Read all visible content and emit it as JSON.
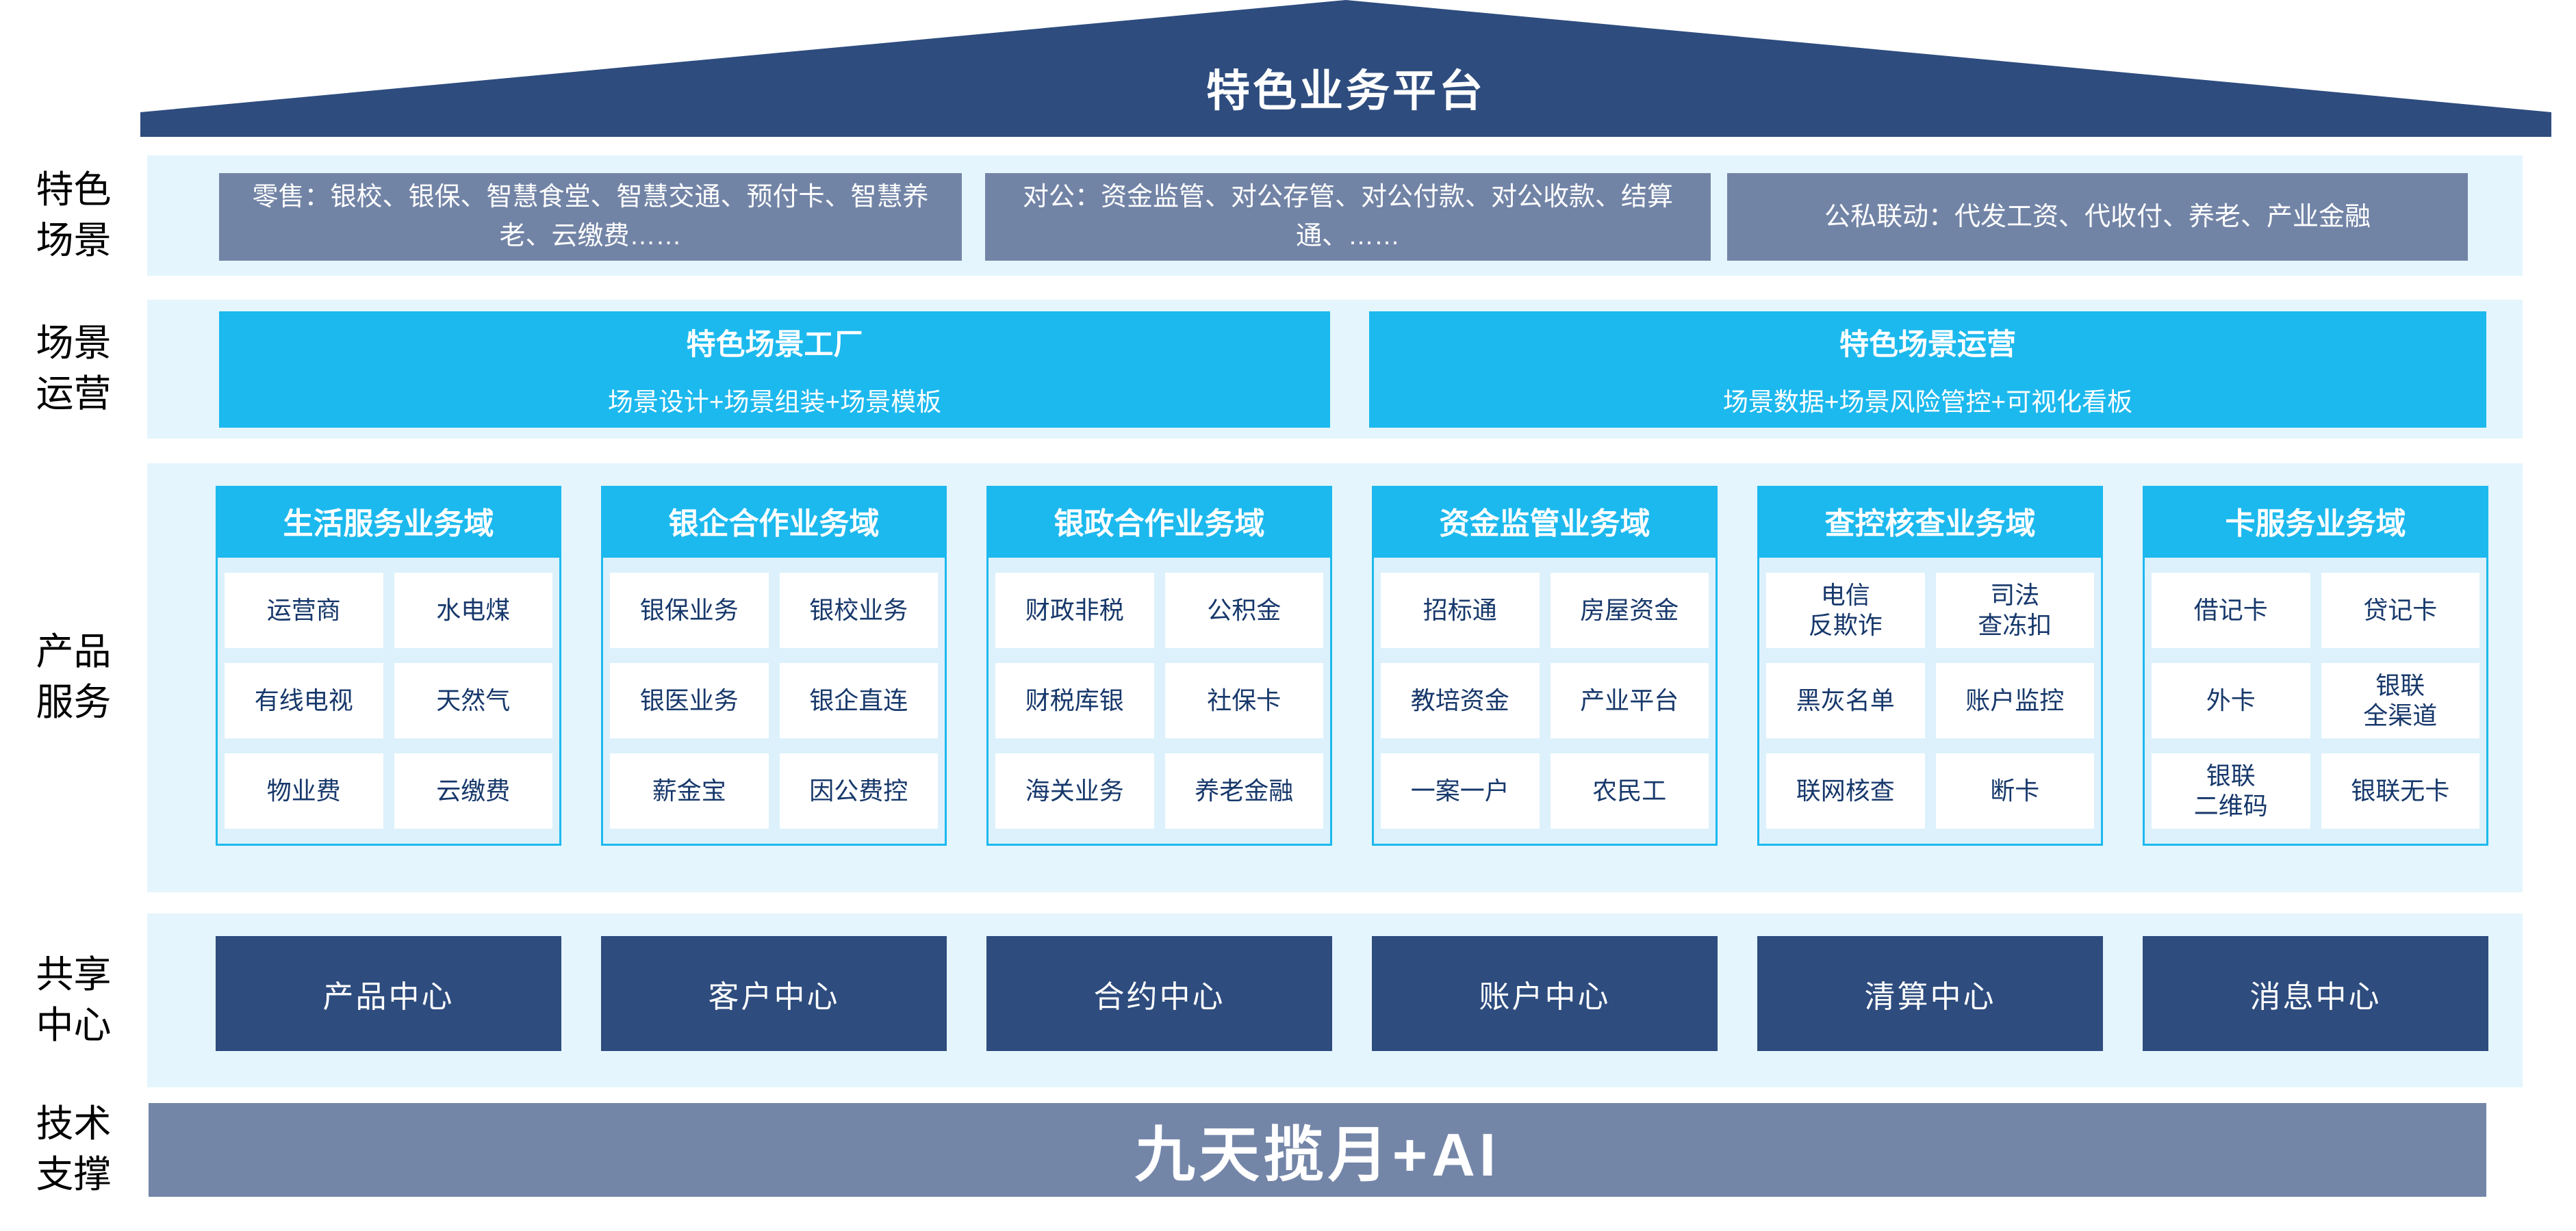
{
  "title": "特色业务平台",
  "rail": {
    "scenes": "特色\n场景",
    "operation": "场景\n运营",
    "products": "产品\n服务",
    "sharing": "共享\n中心",
    "tech": "技术\n支撑"
  },
  "scenes": {
    "boxes": [
      "零售：银校、银保、智慧食堂、智慧交通、预付卡、智慧养老、云缴费……",
      "对公：资金监管、对公存管、对公付款、对公收款、结算通、……",
      "公私联动：代发工资、代收付、养老、产业金融"
    ]
  },
  "operation": {
    "boxes": [
      {
        "title": "特色场景工厂",
        "subtitle": "场景设计+场景组装+场景模板"
      },
      {
        "title": "特色场景运营",
        "subtitle": "场景数据+场景风险管控+可视化看板"
      }
    ]
  },
  "products": {
    "columns": [
      {
        "header": "生活服务业务域",
        "cells": [
          "运营商",
          "水电煤",
          "有线电视",
          "天然气",
          "物业费",
          "云缴费"
        ]
      },
      {
        "header": "银企合作业务域",
        "cells": [
          "银保业务",
          "银校业务",
          "银医业务",
          "银企直连",
          "薪金宝",
          "因公费控"
        ]
      },
      {
        "header": "银政合作业务域",
        "cells": [
          "财政非税",
          "公积金",
          "财税库银",
          "社保卡",
          "海关业务",
          "养老金融"
        ]
      },
      {
        "header": "资金监管业务域",
        "cells": [
          "招标通",
          "房屋资金",
          "教培资金",
          "产业平台",
          "一案一户",
          "农民工"
        ]
      },
      {
        "header": "查控核查业务域",
        "cells": [
          "电信\n反欺诈",
          "司法\n查冻扣",
          "黑灰名单",
          "账户监控",
          "联网核查",
          "断卡"
        ]
      },
      {
        "header": "卡服务业务域",
        "cells": [
          "借记卡",
          "贷记卡",
          "外卡",
          "银联\n全渠道",
          "银联\n二维码",
          "银联无卡"
        ]
      }
    ]
  },
  "sharing": {
    "centers": [
      "产品中心",
      "客户中心",
      "合约中心",
      "账户中心",
      "清算中心",
      "消息中心"
    ]
  },
  "tech": {
    "banner": "九天揽月+AI"
  },
  "colors": {
    "navy": "#2E4C7E",
    "cyan": "#1CB9EE",
    "slate": "#7284A6",
    "slate2": "#7486A8",
    "band": "#E4F5FD",
    "panel": "#DCF1FB",
    "celltext": "#17386B"
  }
}
